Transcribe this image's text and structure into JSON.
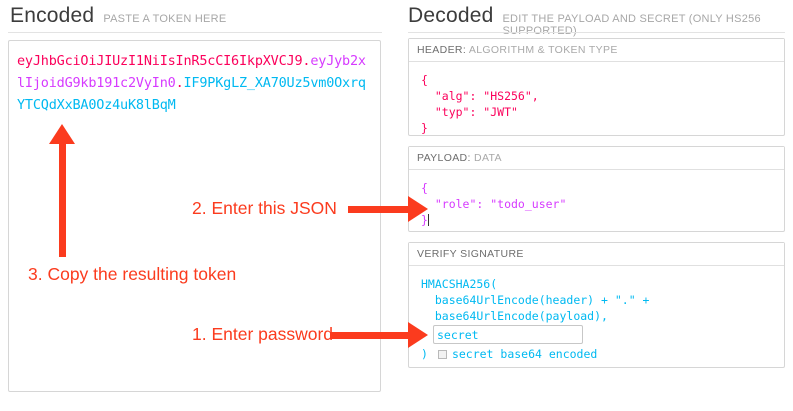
{
  "left": {
    "title": "Encoded",
    "subtitle": "PASTE A TOKEN HERE",
    "token": {
      "header_segment": "eyJhbGciOiJIUzI1NiIsInR5cCI6IkpXVCJ9",
      "payload_segment": "eyJyb2xlIjoidG9kb191c2VyIn0",
      "signature_segment": "IF9PKgLZ_XA70Uz5vm0OxrqYTCQdXxBA0Oz4uK8lBqM",
      "separator": "."
    }
  },
  "right": {
    "title": "Decoded",
    "subtitle": "EDIT THE PAYLOAD AND SECRET (ONLY HS256 SUPPORTED)",
    "panels": {
      "header": {
        "label_strong": "HEADER:",
        "label_dim": "ALGORITHM & TOKEN TYPE",
        "body": "{\n  \"alg\": \"HS256\",\n  \"typ\": \"JWT\"\n}"
      },
      "payload": {
        "label_strong": "PAYLOAD:",
        "label_dim": "DATA",
        "body": "{\n  \"role\": \"todo_user\"\n}"
      },
      "signature": {
        "label_strong": "VERIFY SIGNATURE",
        "label_dim": "",
        "body": "HMACSHA256(\n  base64UrlEncode(header) + \".\" +\n  base64UrlEncode(payload),",
        "secret_value": "secret",
        "close_paren": ")",
        "base64_label": "secret base64 encoded",
        "base64_checked": false
      }
    }
  },
  "annotations": [
    {
      "id": "note-1",
      "text": "1. Enter password"
    },
    {
      "id": "note-2",
      "text": "2. Enter this JSON"
    },
    {
      "id": "note-3",
      "text": "3. Copy the resulting token"
    }
  ],
  "colors": {
    "header_segment": "#fb015b",
    "payload_segment": "#d63aff",
    "signature_segment": "#00b9f1",
    "annotation": "#fb3b1e"
  }
}
